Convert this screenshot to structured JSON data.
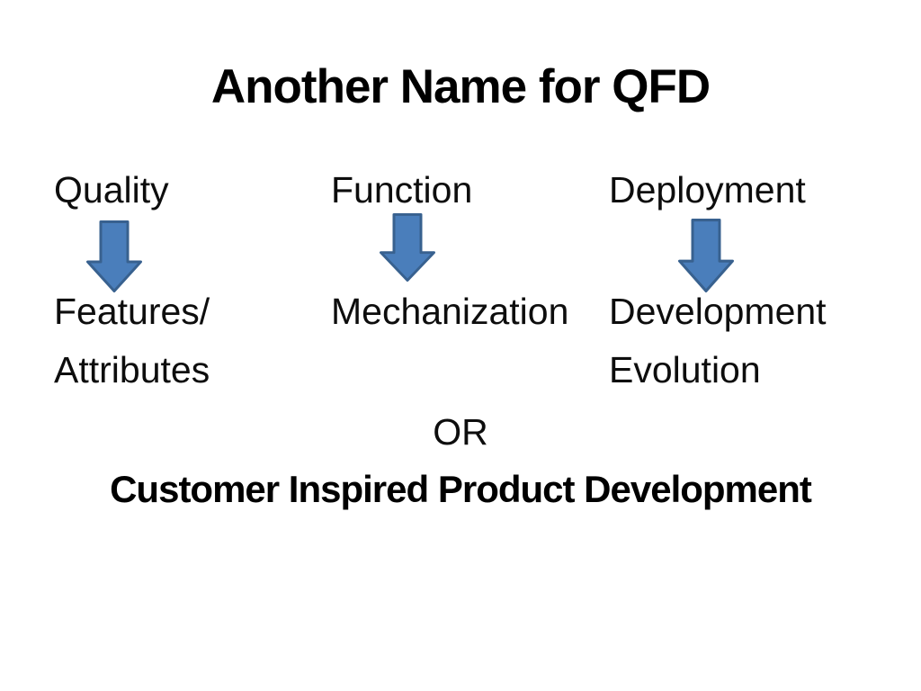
{
  "slide": {
    "title": "Another Name for QFD",
    "acronym_map": {
      "col1": {
        "term": "Quality",
        "expansion_line1": "Features/",
        "expansion_line2": "Attributes"
      },
      "col2": {
        "term": "Function",
        "expansion_line1": "Mechanization",
        "expansion_line2": ""
      },
      "col3": {
        "term": "Deployment",
        "expansion_line1": "Development",
        "expansion_line2": "Evolution"
      }
    },
    "or_text": "OR",
    "alternate_name": "Customer Inspired Product Development",
    "icons": {
      "arrow": "down-block-arrow"
    },
    "colors": {
      "background": "#ffffff",
      "text": "#000000",
      "arrow_fill": "#4a7ebb",
      "arrow_border": "#38618f"
    }
  }
}
